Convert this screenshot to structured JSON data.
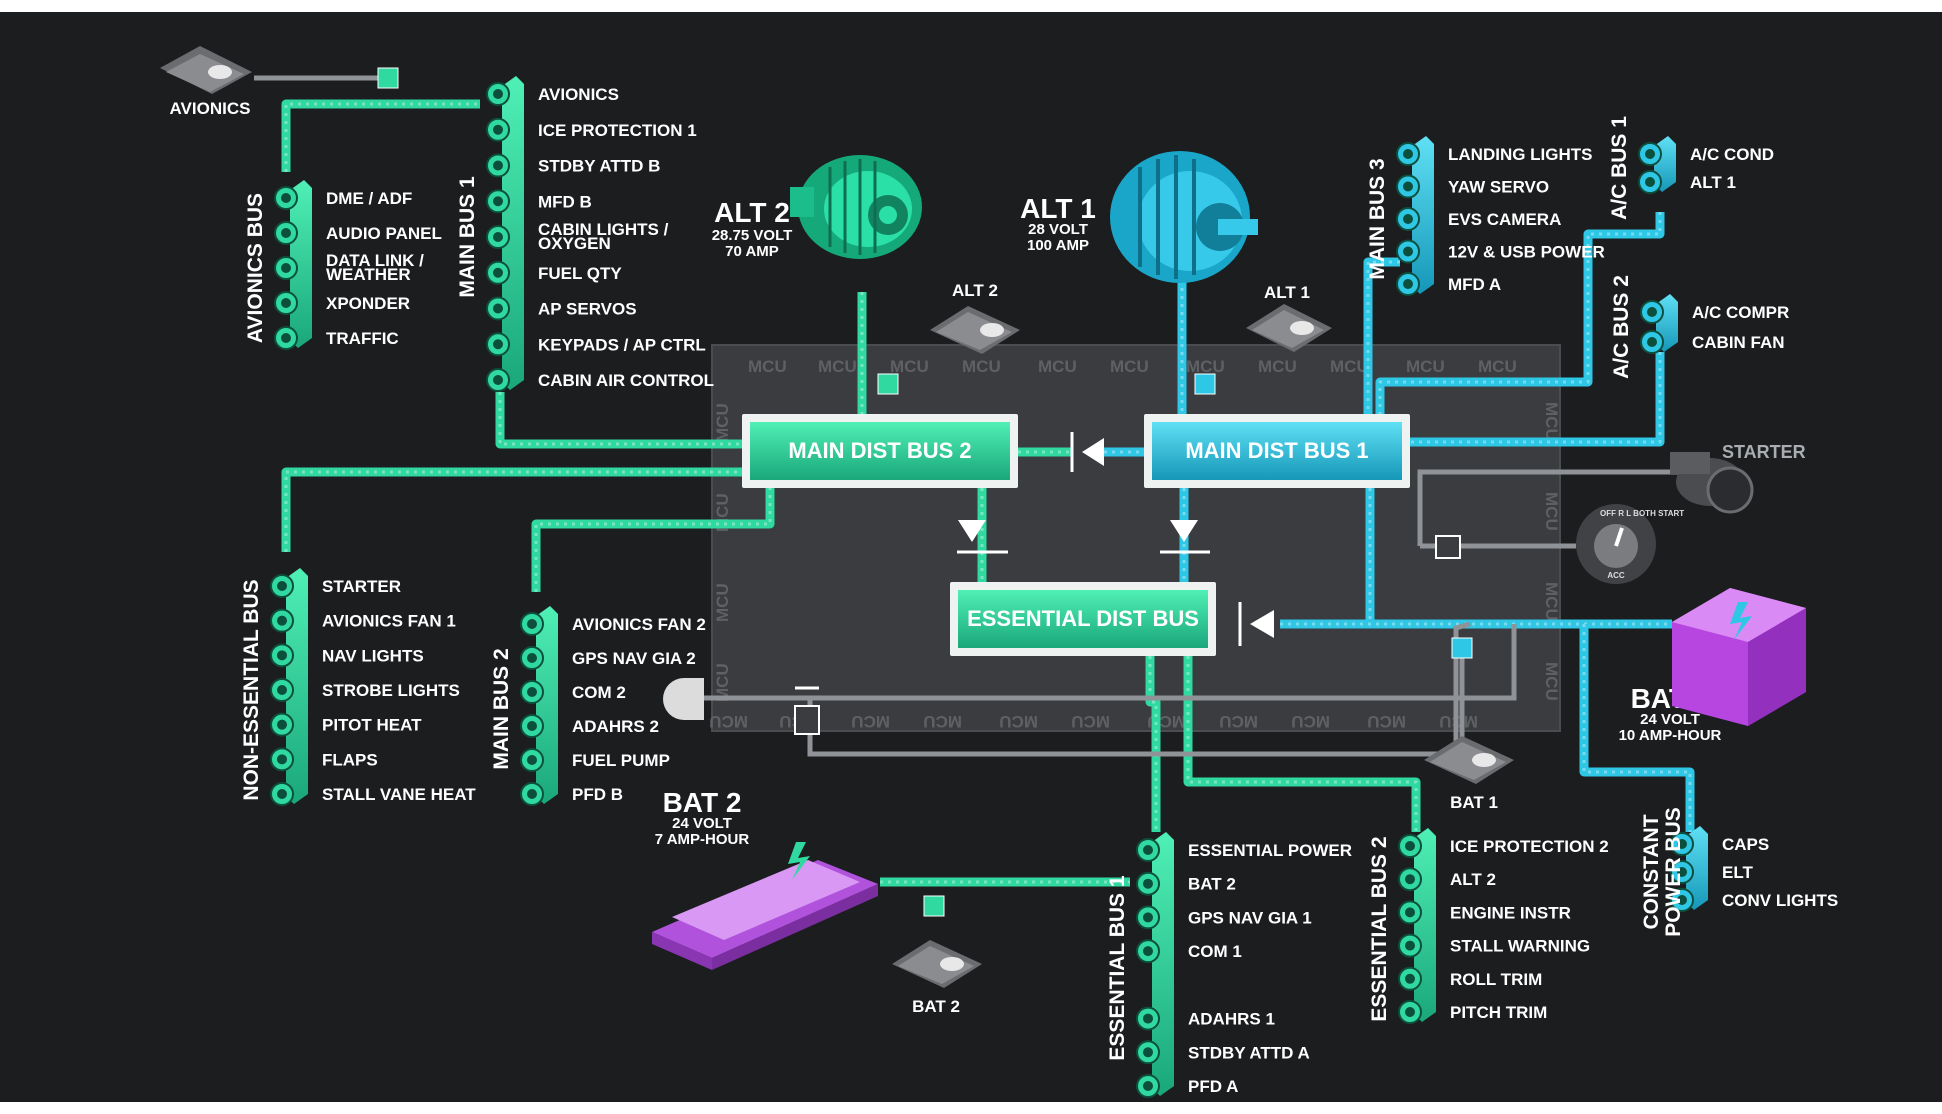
{
  "colors": {
    "green": "#2fd9a0",
    "cyan": "#2ec7e6",
    "purple": "#c466f0",
    "wire": "#8f9296",
    "panel": "#3c3e42"
  },
  "mcu_label": "MCU",
  "switches": {
    "avionics": "AVIONICS",
    "alt2": "ALT 2",
    "alt1": "ALT 1",
    "bat1": "BAT 1",
    "bat2": "BAT 2"
  },
  "sources": {
    "alt2": {
      "name": "ALT 2",
      "line1": "28.75 VOLT",
      "line2": "70 AMP"
    },
    "alt1": {
      "name": "ALT 1",
      "line1": "28 VOLT",
      "line2": "100 AMP"
    },
    "bat1": {
      "name": "BAT 1",
      "line1": "24 VOLT",
      "line2": "10 AMP-HOUR"
    },
    "bat2": {
      "name": "BAT 2",
      "line1": "24 VOLT",
      "line2": "7 AMP-HOUR"
    },
    "starter": "STARTER",
    "key": {
      "top": "OFF R L BOTH START",
      "bottom": "ACC"
    }
  },
  "dist_buses": {
    "main2": "MAIN DIST BUS 2",
    "main1": "MAIN DIST BUS 1",
    "essential": "ESSENTIAL DIST BUS"
  },
  "buses": {
    "avionics": {
      "title": "AVIONICS BUS",
      "items": [
        "DME / ADF",
        "AUDIO PANEL",
        "DATA LINK /\nWEATHER",
        "XPONDER",
        "TRAFFIC"
      ]
    },
    "main1": {
      "title": "MAIN BUS 1",
      "items": [
        "AVIONICS",
        "ICE PROTECTION 1",
        "STDBY ATTD B",
        "MFD B",
        "CABIN LIGHTS /\nOXYGEN",
        "FUEL QTY",
        "AP SERVOS",
        "KEYPADS / AP CTRL",
        "CABIN AIR CONTROL"
      ]
    },
    "main3": {
      "title": "MAIN BUS 3",
      "items": [
        "LANDING LIGHTS",
        "YAW SERVO",
        "EVS CAMERA",
        "12V & USB POWER",
        "MFD A"
      ]
    },
    "ac1": {
      "title": "A/C BUS 1",
      "items": [
        "A/C COND",
        "ALT 1"
      ]
    },
    "ac2": {
      "title": "A/C BUS 2",
      "items": [
        "A/C COMPR",
        "CABIN FAN"
      ]
    },
    "nonessential": {
      "title": "NON-ESSENTIAL BUS",
      "items": [
        "STARTER",
        "AVIONICS FAN 1",
        "NAV LIGHTS",
        "STROBE LIGHTS",
        "PITOT HEAT",
        "FLAPS",
        "STALL VANE HEAT"
      ]
    },
    "main2": {
      "title": "MAIN BUS 2",
      "items": [
        "AVIONICS FAN 2",
        "GPS NAV GIA 2",
        "COM 2",
        "ADAHRS 2",
        "FUEL PUMP",
        "PFD B"
      ]
    },
    "ess1": {
      "title": "ESSENTIAL BUS 1",
      "items": [
        "ESSENTIAL POWER",
        "BAT 2",
        "GPS NAV GIA 1",
        "COM 1",
        "",
        "ADAHRS 1",
        "STDBY ATTD A",
        "PFD A"
      ]
    },
    "ess2": {
      "title": "ESSENTIAL BUS 2",
      "items": [
        "ICE PROTECTION 2",
        "ALT 2",
        "ENGINE INSTR",
        "STALL WARNING",
        "ROLL TRIM",
        "PITCH TRIM"
      ]
    },
    "constant": {
      "title1": "CONSTANT",
      "title2": "POWER BUS",
      "items": [
        "CAPS",
        "ELT",
        "CONV LIGHTS"
      ]
    }
  }
}
